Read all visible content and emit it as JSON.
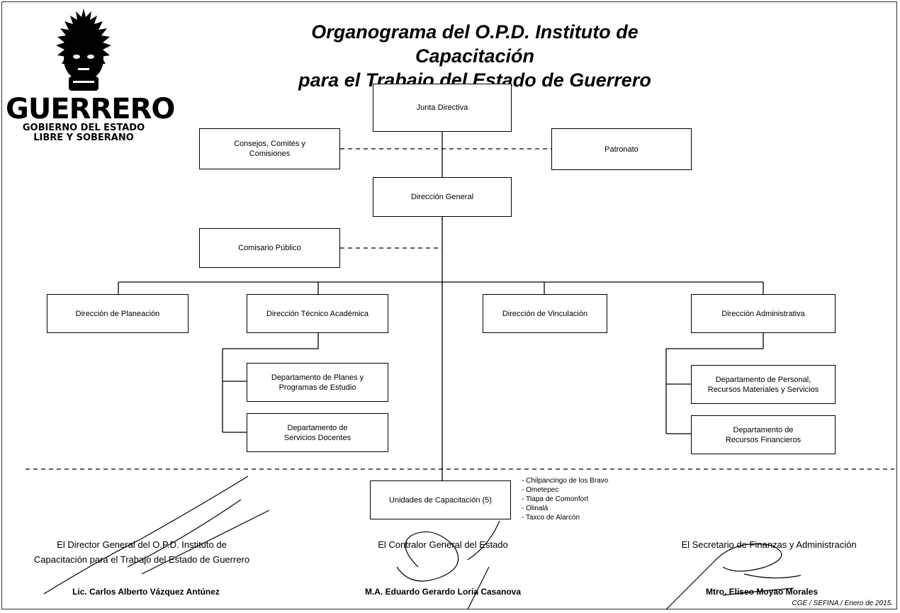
{
  "title": {
    "line1": "Organograma del O.P.D. Instituto de Capacitación",
    "line2": "para el Trabajo del Estado de Guerrero"
  },
  "logo": {
    "wordmark": "GUERRERO",
    "subtitle1": "GOBIERNO DEL ESTADO",
    "subtitle2": "LIBRE Y SOBERANO"
  },
  "org": {
    "junta": "Junta Directiva",
    "consejos": [
      "Consejos, Comités y",
      "Comisiones"
    ],
    "patronato": "Patronato",
    "direccion_general": "Dirección General",
    "comisario": "Comisario Público",
    "planeacion": "Dirección de Planeación",
    "tecnico": "Dirección Técnico Académica",
    "vinculacion": "Dirección de Vinculación",
    "administrativa": "Dirección Administrativa",
    "dept_planes": [
      "Departamento de Planes y",
      "Programas de Estudio"
    ],
    "dept_docentes": [
      "Departamento de",
      "Servicios Docentes"
    ],
    "dept_personal": [
      "Departamento de Personal,",
      "Recursos Materiales y Servicios"
    ],
    "dept_financieros": [
      "Departamento de",
      "Recursos Financieros"
    ],
    "unidades": "Unidades de Capacitación (5)",
    "unidades_list": [
      "Chilpancingo de los Bravo",
      "Ometepec",
      "Tlapa de Comonfort",
      "Olinalá",
      "Taxco de Alarcón"
    ]
  },
  "signatures": {
    "director_title1": "El Director General del O.P.D. Instituto de",
    "director_title2": "Capacitación para el Trabajo del Estado de Guerrero",
    "director_name": "Lic. Carlos Alberto Vázquez Antúnez",
    "contralor_title": "El Contralor General del Estado",
    "contralor_name": "M.A. Eduardo Gerardo Loria Casanova",
    "secretario_title": "El Secretario de Finanzas y Administración",
    "secretario_name": "Mtro. Eliseo Moyao Morales"
  },
  "credit": "CGE / SEFINA / Enero de 2015."
}
